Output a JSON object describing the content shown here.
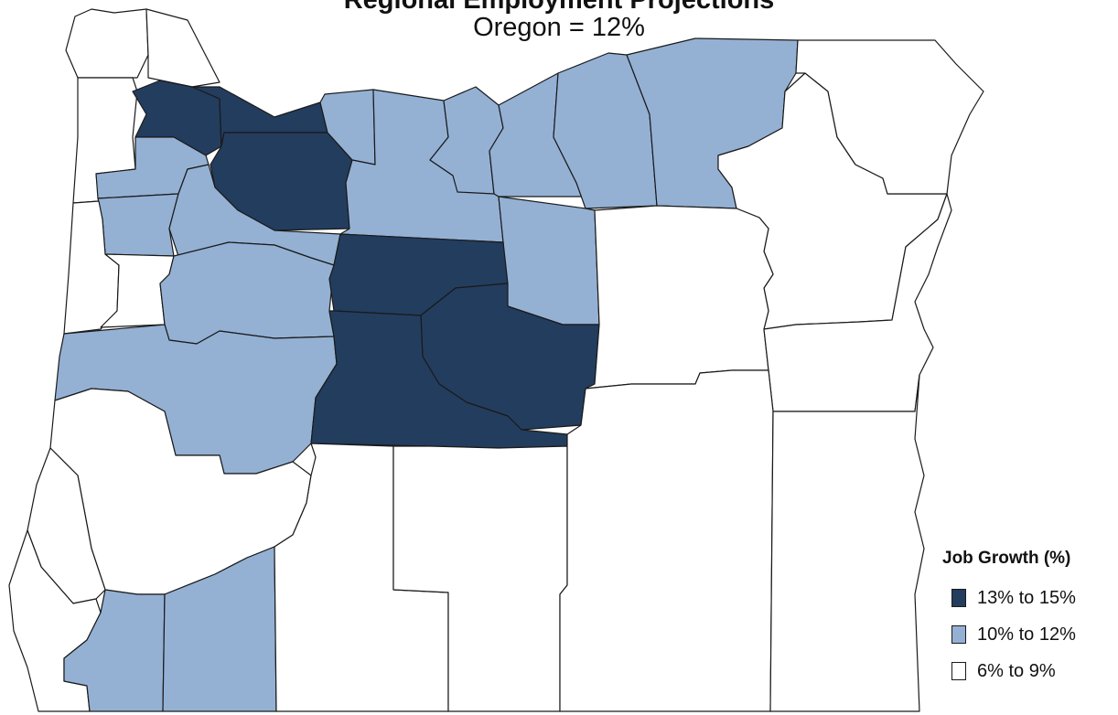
{
  "title": "Regional Employment Projections",
  "subtitle": "Oregon = 12%",
  "legend": {
    "title": "Job Growth (%)",
    "items": [
      {
        "label": "13% to 15%",
        "color": "#233d5e"
      },
      {
        "label": "10% to 12%",
        "color": "#94b1d4"
      },
      {
        "label": "6% to 9%",
        "color": "#ffffff"
      }
    ]
  },
  "regions": [
    {
      "name": "clatsop",
      "class": 2
    },
    {
      "name": "columbia",
      "class": 2
    },
    {
      "name": "tillamook",
      "class": 2
    },
    {
      "name": "washington",
      "class": 0
    },
    {
      "name": "multnomah",
      "class": 0
    },
    {
      "name": "yamhill",
      "class": 1
    },
    {
      "name": "polk",
      "class": 1
    },
    {
      "name": "clackamas",
      "class": 0
    },
    {
      "name": "marion",
      "class": 1
    },
    {
      "name": "lincoln",
      "class": 2
    },
    {
      "name": "benton",
      "class": 2
    },
    {
      "name": "linn",
      "class": 1
    },
    {
      "name": "lane",
      "class": 1
    },
    {
      "name": "hood-river",
      "class": 1
    },
    {
      "name": "wasco",
      "class": 1
    },
    {
      "name": "sherman",
      "class": 1
    },
    {
      "name": "gilliam",
      "class": 1
    },
    {
      "name": "morrow",
      "class": 1
    },
    {
      "name": "umatilla",
      "class": 1
    },
    {
      "name": "wheeler",
      "class": 1
    },
    {
      "name": "jefferson",
      "class": 0
    },
    {
      "name": "crook",
      "class": 0
    },
    {
      "name": "deschutes",
      "class": 0
    },
    {
      "name": "union",
      "class": 2
    },
    {
      "name": "wallowa",
      "class": 2
    },
    {
      "name": "grant",
      "class": 2
    },
    {
      "name": "baker",
      "class": 2
    },
    {
      "name": "douglas",
      "class": 2
    },
    {
      "name": "coos",
      "class": 2
    },
    {
      "name": "curry",
      "class": 2
    },
    {
      "name": "josephine",
      "class": 1
    },
    {
      "name": "jackson",
      "class": 1
    },
    {
      "name": "klamath",
      "class": 2
    },
    {
      "name": "lake",
      "class": 2
    },
    {
      "name": "harney",
      "class": 2
    },
    {
      "name": "malheur",
      "class": 2
    }
  ]
}
